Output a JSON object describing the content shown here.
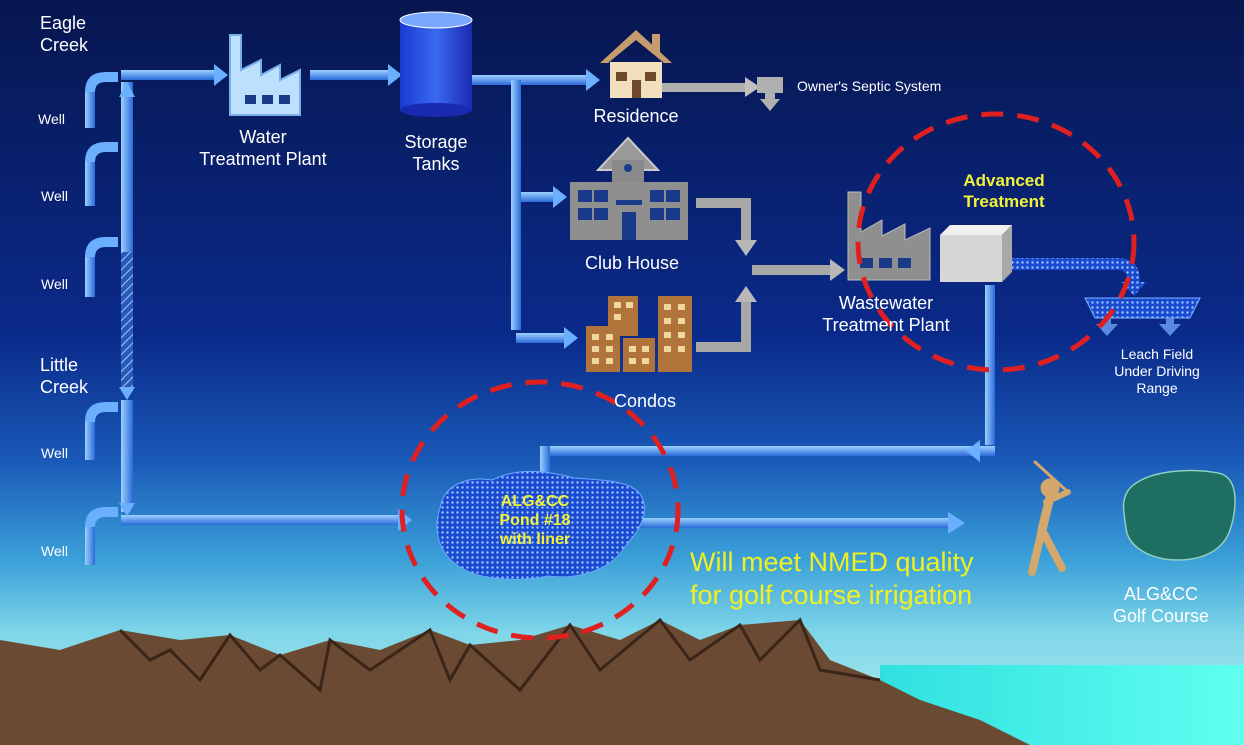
{
  "sources": {
    "eagle_creek": "Eagle\nCreek",
    "little_creek": "Little\nCreek",
    "wells": [
      "Well",
      "Well",
      "Well",
      "Well",
      "Well"
    ]
  },
  "facilities": {
    "water_treatment_plant": "Water\nTreatment  Plant",
    "storage_tanks": "Storage\nTanks",
    "residence": "Residence",
    "septic": "Owner's Septic System",
    "club_house": "Club House",
    "condos": "Condos",
    "wastewater_treatment_plant": "Wastewater\nTreatment  Plant",
    "advanced_treatment": "Advanced\nTreatment",
    "leach_field": "Leach Field\nUnder Driving\nRange",
    "pond": "ALG&CC\nPond #18\nwith liner",
    "golf_course": "ALG&CC\nGolf Course"
  },
  "callout": "Will meet NMED quality\nfor golf course irrigation",
  "colors": {
    "pipe": "#4a9af0",
    "grey_pipe": "#a8a8a8",
    "highlight_circle": "#e02020",
    "callout_text": "#f0f020"
  }
}
